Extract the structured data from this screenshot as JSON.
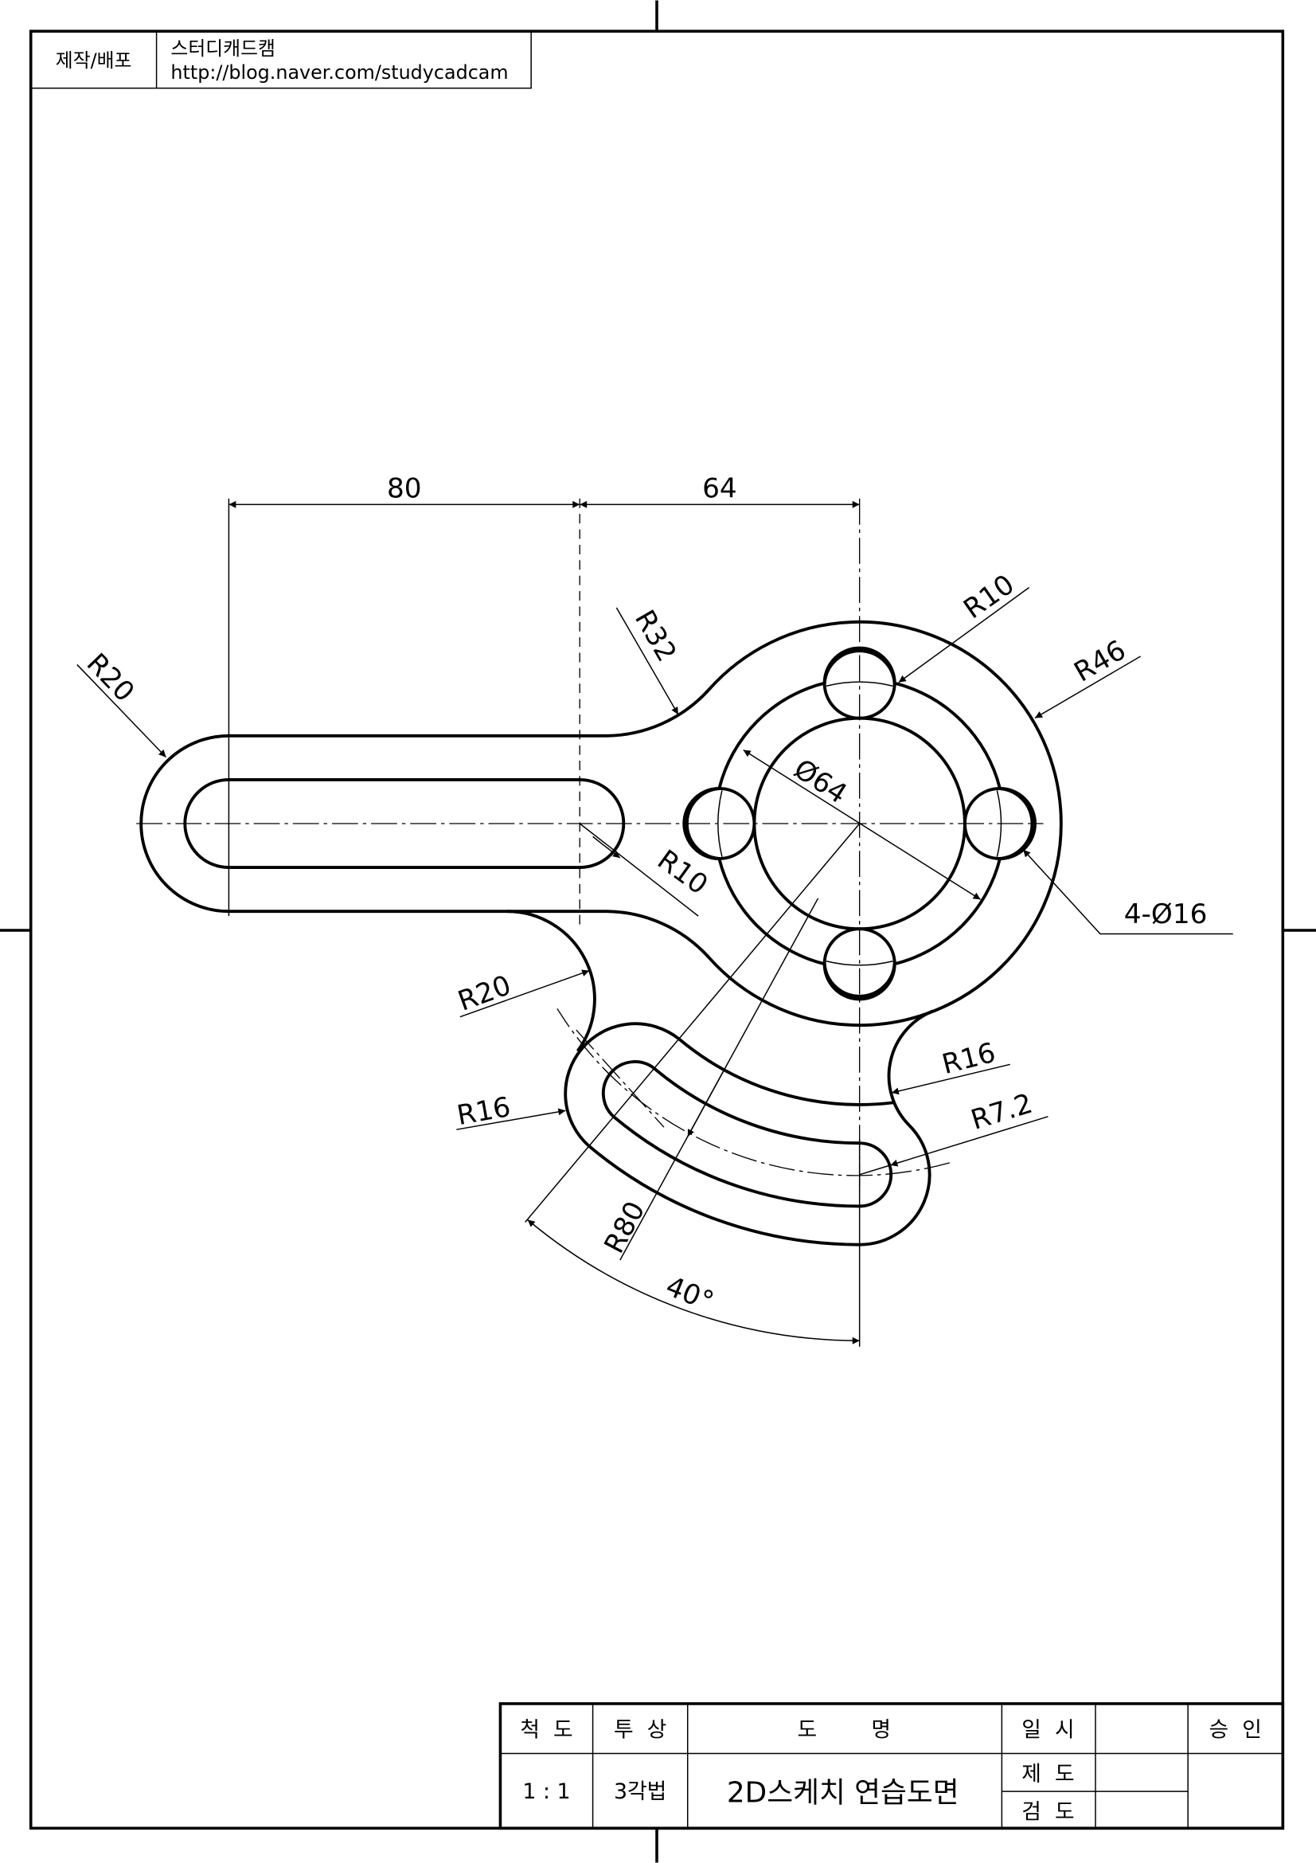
{
  "header": {
    "label": "제작/배포",
    "author": "스터디캐드캠",
    "url": "http://blog.naver.com/studycadcam"
  },
  "title_block": {
    "scale_label": "척  도",
    "projection_label": "투  상",
    "drawing_name_label": "도        명",
    "date_label": "일  시",
    "approval_label": "승  인",
    "scale_value": "1 : 1",
    "projection_value": "3각법",
    "drawing_name": "2D스케치 연습도면",
    "drafted_label": "제  도",
    "checked_label": "검  도"
  },
  "dimensions": {
    "d80": "80",
    "d64": "64",
    "r20_top": "R20",
    "r32": "R32",
    "r10_top": "R10",
    "r46": "R46",
    "dia64": "Ø64",
    "holes": "4-Ø16",
    "r10_slot": "R10",
    "r20_bottom": "R20",
    "r16_left": "R16",
    "r16_right": "R16",
    "r7_2": "R7.2",
    "r80": "R80",
    "angle40": "40°"
  }
}
